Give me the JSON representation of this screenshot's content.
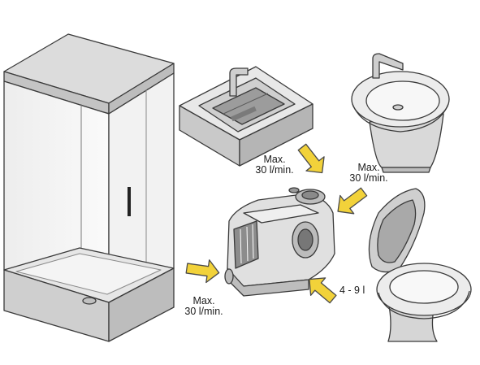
{
  "labels": {
    "sink_inflow": {
      "line1": "Max.",
      "line2": "30 l/min."
    },
    "bidet_inflow": {
      "line1": "Max.",
      "line2": "30 l/min."
    },
    "shower_inflow": {
      "line1": "Max.",
      "line2": "30 l/min."
    },
    "toilet_flush": {
      "text": "4 - 9 l"
    }
  },
  "colors": {
    "arrow_fill": "#F2D23A",
    "outline": "#3a3a3a",
    "fixture_fill": "#f0f0f0",
    "shade_fill": "#c8c8c8",
    "pump_fill": "#d9d9d9"
  }
}
